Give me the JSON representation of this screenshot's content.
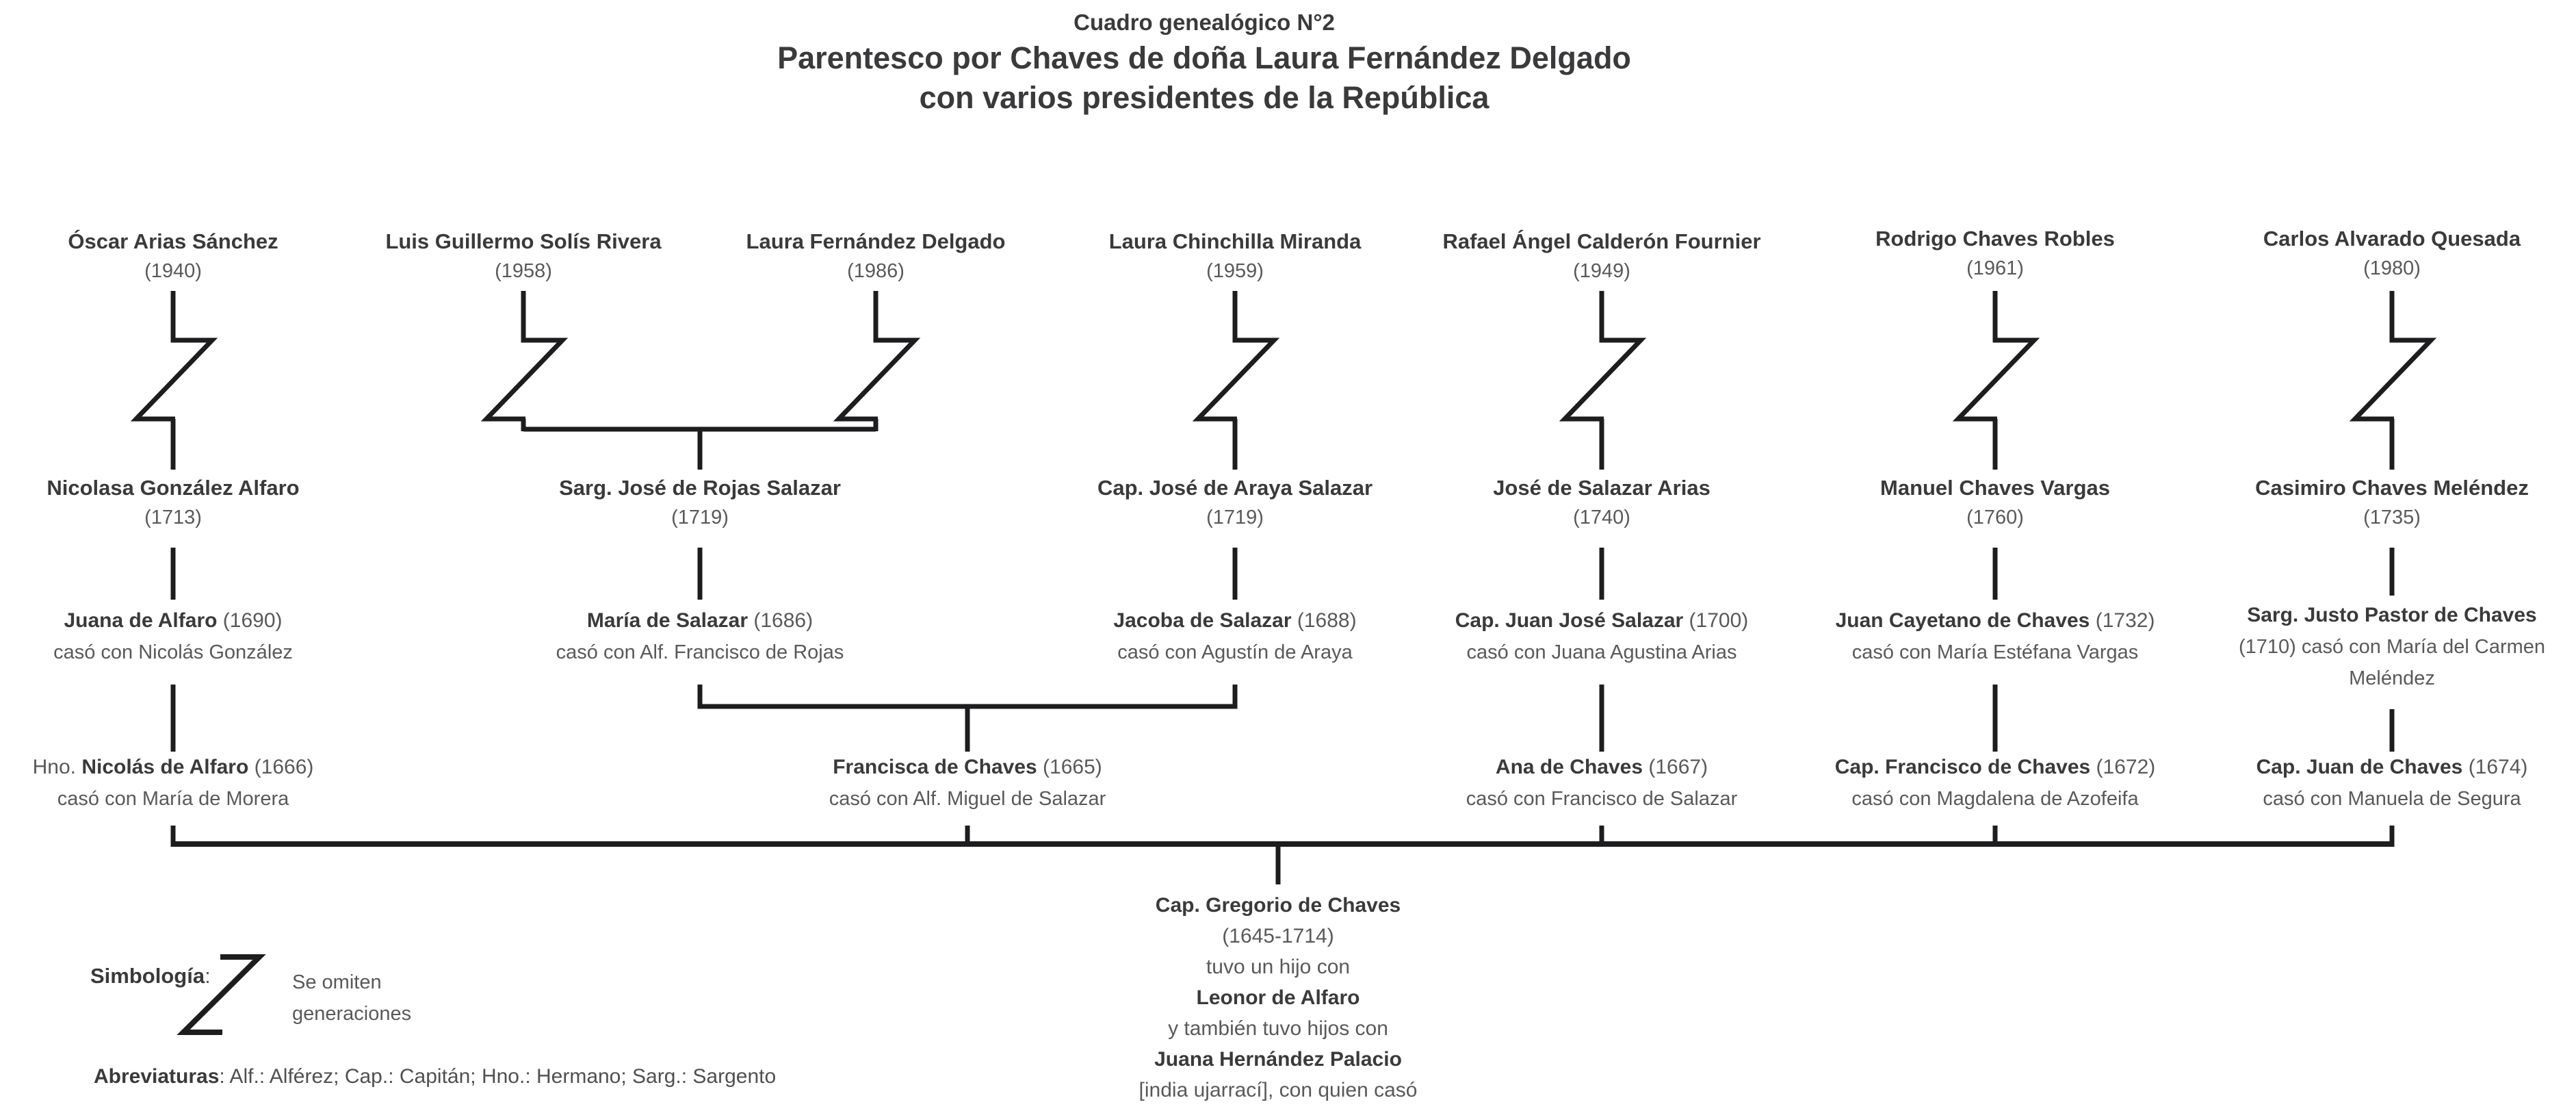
{
  "title": {
    "kicker": "Cuadro genealógico N°2",
    "line1": "Parentesco por Chaves de doña Laura Fernández Delgado",
    "line2": "con varios presidentes de la República"
  },
  "presidents": [
    {
      "name": "Óscar Arias Sánchez",
      "year": "(1940)"
    },
    {
      "name": "Luis Guillermo Solís Rivera",
      "year": "(1958)"
    },
    {
      "name": "Laura Fernández Delgado",
      "year": "(1986)"
    },
    {
      "name": "Laura Chinchilla Miranda",
      "year": "(1959)"
    },
    {
      "name": "Rafael Ángel Calderón Fournier",
      "year": "(1949)"
    },
    {
      "name": "Rodrigo Chaves Robles",
      "year": "(1961)"
    },
    {
      "name": "Carlos Alvarado Quesada",
      "year": "(1980)"
    }
  ],
  "gen2": [
    {
      "name": "Nicolasa González Alfaro",
      "year": "(1713)"
    },
    {
      "name": "Sarg. José de Rojas Salazar",
      "year": "(1719)"
    },
    {
      "name": "Cap. José de Araya Salazar",
      "year": "(1719)"
    },
    {
      "name": "José de Salazar Arias",
      "year": "(1740)"
    },
    {
      "name": "Manuel Chaves Vargas",
      "year": "(1760)"
    },
    {
      "name": "Casimiro Chaves Meléndez",
      "year": "(1735)"
    }
  ],
  "gen3": [
    {
      "name": "Juana de Alfaro",
      "year": " (1690)",
      "line2": "casó con Nicolás González"
    },
    {
      "name": "María de Salazar",
      "year": " (1686)",
      "line2": "casó con Alf. Francisco de Rojas"
    },
    {
      "name": "Jacoba de Salazar",
      "year": " (1688)",
      "line2": "casó con Agustín de Araya"
    },
    {
      "name": "Cap. Juan José Salazar",
      "year": " (1700)",
      "line2": "casó con Juana Agustina Arias"
    },
    {
      "name": "Juan Cayetano de Chaves",
      "year": " (1732)",
      "line2": "casó con María Estéfana Vargas"
    },
    {
      "name": "Sarg. Justo Pastor de Chaves",
      "line2": "(1710) casó con María del Carmen",
      "line3": "Meléndez"
    }
  ],
  "gen4": [
    {
      "prefix": "Hno. ",
      "name": "Nicolás de Alfaro",
      "year": " (1666)",
      "line2": "casó con María de Morera"
    },
    {
      "name": "Francisca de Chaves",
      "year": " (1665)",
      "line2": "casó con Alf. Miguel de Salazar"
    },
    {
      "name": "Ana de Chaves",
      "year": " (1667)",
      "line2": "casó con Francisco de Salazar"
    },
    {
      "name": "Cap. Francisco de Chaves",
      "year": " (1672)",
      "line2": "casó con Magdalena de Azofeifa"
    },
    {
      "name": "Cap. Juan de Chaves",
      "year": " (1674)",
      "line2": "casó con Manuela de Segura"
    }
  ],
  "root": {
    "name": "Cap. Gregorio de Chaves",
    "years": "(1645-1714)",
    "note1": "tuvo un hijo con",
    "wife1": "Leonor de Alfaro",
    "note2": "y también tuvo hijos con",
    "wife2": "Juana Hernández Palacio",
    "note3": "[india ujarrací], con quien casó"
  },
  "legend": {
    "symbol_label": "Simbología",
    "symbol_label_suffix": ":",
    "symbol_meaning_line1": "Se omiten",
    "symbol_meaning_line2": "generaciones",
    "abbr_label": "Abreviaturas",
    "abbr_text": ": Alf.: Alférez; Cap.: Capitán; Hno.: Hermano; Sarg.: Sargento"
  },
  "colors": {
    "line": "#1d1d1f",
    "name_text": "#3a3a3c",
    "muted_text": "#58595b"
  }
}
